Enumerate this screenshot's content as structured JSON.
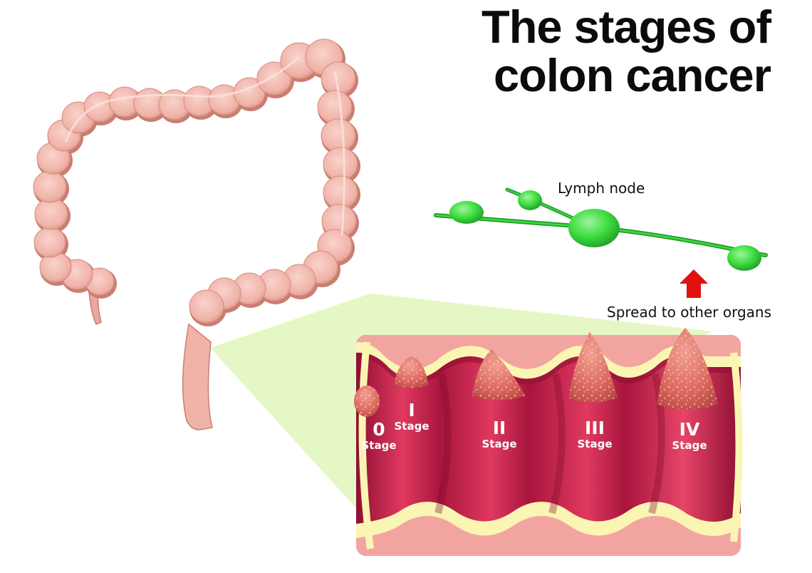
{
  "title": {
    "line1": "The stages of",
    "line2": "colon cancer"
  },
  "labels": {
    "lymph_node": "Lymph node",
    "spread": "Spread to other organs"
  },
  "stages": [
    {
      "numeral": "0",
      "word": "Stage"
    },
    {
      "numeral": "I",
      "word": "Stage"
    },
    {
      "numeral": "II",
      "word": "Stage"
    },
    {
      "numeral": "III",
      "word": "Stage"
    },
    {
      "numeral": "IV",
      "word": "Stage"
    }
  ],
  "colors": {
    "colon": "#f0b3a8",
    "colon_shadow": "#d58c80",
    "node": "#3ddc3d",
    "vessel": "#1f9a2a",
    "tissue": "#b41a44",
    "tissue_light": "#e0395f",
    "wall": "#fbf5b4",
    "tumor": "#dd6a60",
    "arrow": "#e0120f",
    "zoom_cone": "#e4f7c4"
  }
}
